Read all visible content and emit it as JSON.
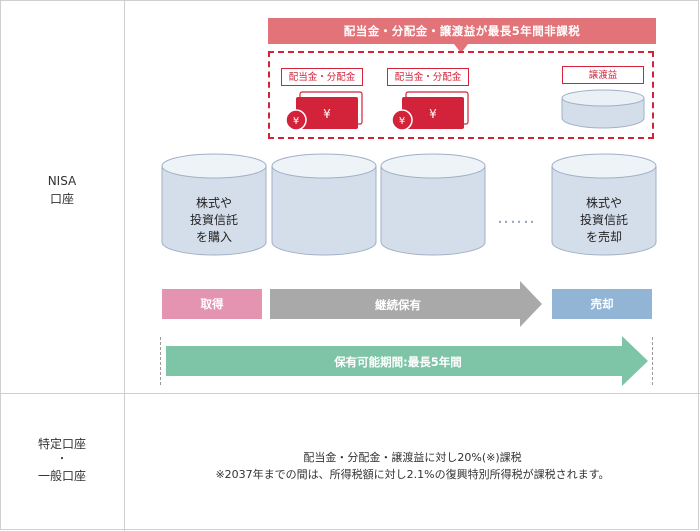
{
  "rows": {
    "nisa": [
      "NISA",
      "口座"
    ],
    "taxable": [
      "特定口座",
      "・",
      "一般口座"
    ]
  },
  "banner": "配当金・分配金・譲渡益が最長5年間非課税",
  "tags": {
    "dividend_1": "配当金・分配金",
    "dividend_2": "配当金・分配金",
    "capital_gain": "譲渡益"
  },
  "cash_symbols": {
    "yen": "¥"
  },
  "cylinders": {
    "buy": [
      "株式や",
      "投資信託",
      "を購入"
    ],
    "sell": [
      "株式や",
      "投資信託",
      "を売却"
    ]
  },
  "ellipsis": "‥‥‥",
  "phases": {
    "acquire": "取得",
    "hold": "継続保有",
    "sell": "売却"
  },
  "period_arrow": "保有可能期間:最長5年間",
  "taxable_text": {
    "line1": "配当金・分配金・譲渡益に対し20%(※)課税",
    "line2": "※2037年までの間は、所得税額に対し2.1%の復興特別所得税が課税されます。"
  },
  "colors": {
    "accent_red": "#d2233a",
    "banner_red": "#e27378",
    "cylinder_fill": "#d4deea",
    "cylinder_stroke": "#9fb0c5",
    "acquire_pink": "#e493b0",
    "hold_gray": "#a9a9a9",
    "sell_blue": "#92b4d5",
    "period_green": "#7ec4a6"
  }
}
